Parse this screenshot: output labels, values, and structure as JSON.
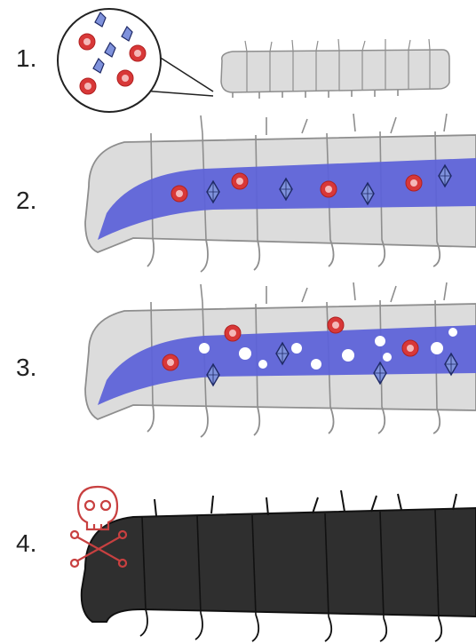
{
  "steps": [
    {
      "label": "1."
    },
    {
      "label": "2."
    },
    {
      "label": "3."
    },
    {
      "label": "4."
    }
  ],
  "colors": {
    "background": "#ffffff",
    "caterpillar_fill": "#dcdcdc",
    "caterpillar_stroke": "#8e8e8e",
    "gut_band": "#5e63d8",
    "red_particle": "#d83838",
    "crystal": "#6a7fd0",
    "dead_fill": "#2f2f2f",
    "skull": "#c84040"
  },
  "icons": {
    "magnifier": "magnifier-circle-icon",
    "red_particle": "red-spore-icon",
    "crystal": "crystal-toxin-icon",
    "skull": "skull-crossbones-icon"
  }
}
